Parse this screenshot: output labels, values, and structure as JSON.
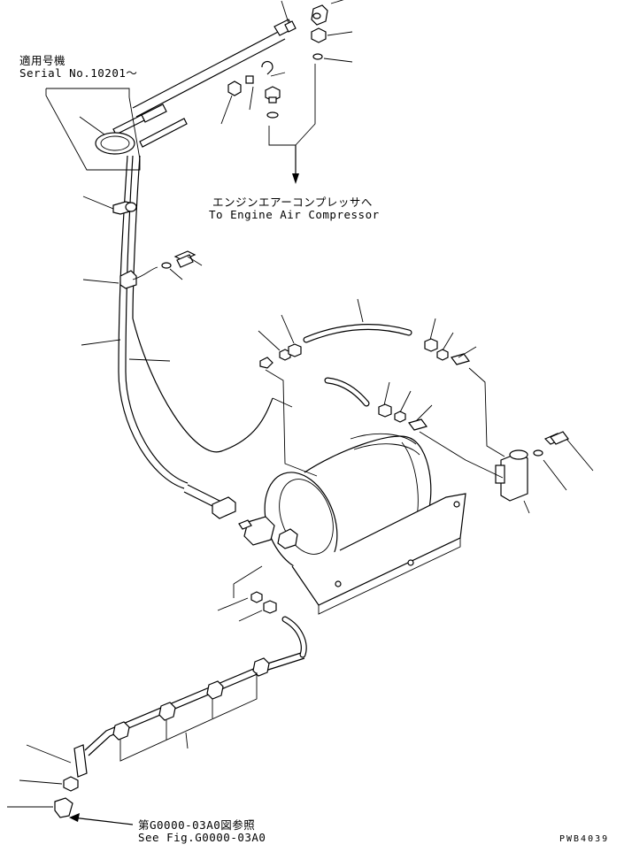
{
  "serial_note": {
    "line1": "適用号機",
    "line2": "Serial No.10201～"
  },
  "compressor_note": {
    "line1": "エンジンエアーコンプレッサへ",
    "line2": "To Engine Air Compressor"
  },
  "see_figure_note": {
    "line1": "第G0000-03A0図参照",
    "line2": "See Fig.G0000-03A0"
  },
  "figure_code": "PWB4039"
}
